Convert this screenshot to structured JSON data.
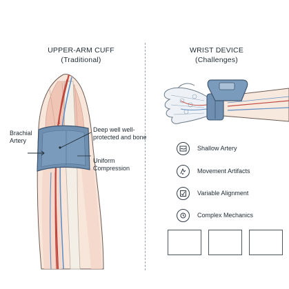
{
  "left_panel": {
    "title": "UPPER-ARM CUFF",
    "subtitle": "(Traditional)",
    "labels": {
      "brachial": "Brachial Artery",
      "deep": "Deep well well-protected and bone",
      "uniform": "Uniform Compression"
    }
  },
  "right_panel": {
    "title": "WRIST DEVICE",
    "subtitle": "(Challenges)",
    "challenges": [
      {
        "label": "Shallow Artery",
        "icon": "artery-icon"
      },
      {
        "label": "Movement Artifacts",
        "icon": "movement-icon"
      },
      {
        "label": "Variable Alignment",
        "icon": "alignment-icon"
      },
      {
        "label": "Complex Mechanics",
        "icon": "mechanics-icon"
      }
    ]
  },
  "colors": {
    "cuff": "#6f8fb0",
    "cuff_dark": "#4e6d8f",
    "skin": "#f6e1d4",
    "muscle": "#ecbcae",
    "artery": "#c0473e",
    "vein": "#5f8ec4",
    "bone": "#f3eee4"
  }
}
